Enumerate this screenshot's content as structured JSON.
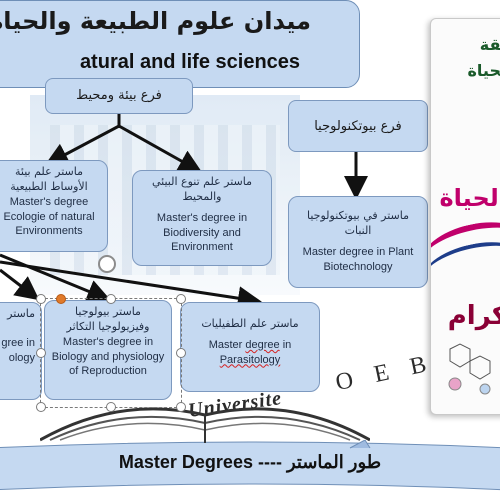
{
  "title": {
    "arabic": "ميدان علوم الطبيعة والحياة",
    "english": "atural and life sciences"
  },
  "branches": {
    "environment": "فرع بيئة ومحيط",
    "biotech": "فرع بيوتكنولوجيا"
  },
  "masters": {
    "ecology": {
      "arabic": "ماستر علم بيئة الأوساط الطبيعية",
      "english_1": "Master's degree",
      "english_2": "Ecologie of natural Environments"
    },
    "biodiversity": {
      "arabic": "ماستر علم تنوع البيئي والمحيط",
      "english": "Master's degree in Biodiversity and Environment"
    },
    "plant_biotech": {
      "arabic": "ماستر في بيوتكنولوجيا النبات",
      "english": "Master degree in Plant Biotechnology"
    },
    "reproduction": {
      "arabic": "ماستر بيولوجيا وفيزيولوجيا التكاثر",
      "english": "Master's degree in Biology and physiology of Reproduction"
    },
    "parasitology": {
      "arabic": "ماستر علم الطفيليات",
      "english_1": "Master",
      "english_2": "degree",
      "english_3": "in",
      "english_4": "Parasitology"
    },
    "partial": {
      "line_1": "ماستر",
      "line_2": "gree in",
      "line_3": "ology"
    }
  },
  "poster": {
    "line_1": "يقة",
    "line_2": "لحياة",
    "line_3": "الحياة",
    "line_4": "كرام"
  },
  "watermark": {
    "university": "Universite",
    "letters": "O E B"
  },
  "banner": {
    "english": "Master Degrees ----",
    "arabic": "طور الماستر"
  },
  "colors": {
    "box_fill": "#c5d9f1",
    "box_border": "#7d99bf",
    "arrow": "#111111"
  }
}
